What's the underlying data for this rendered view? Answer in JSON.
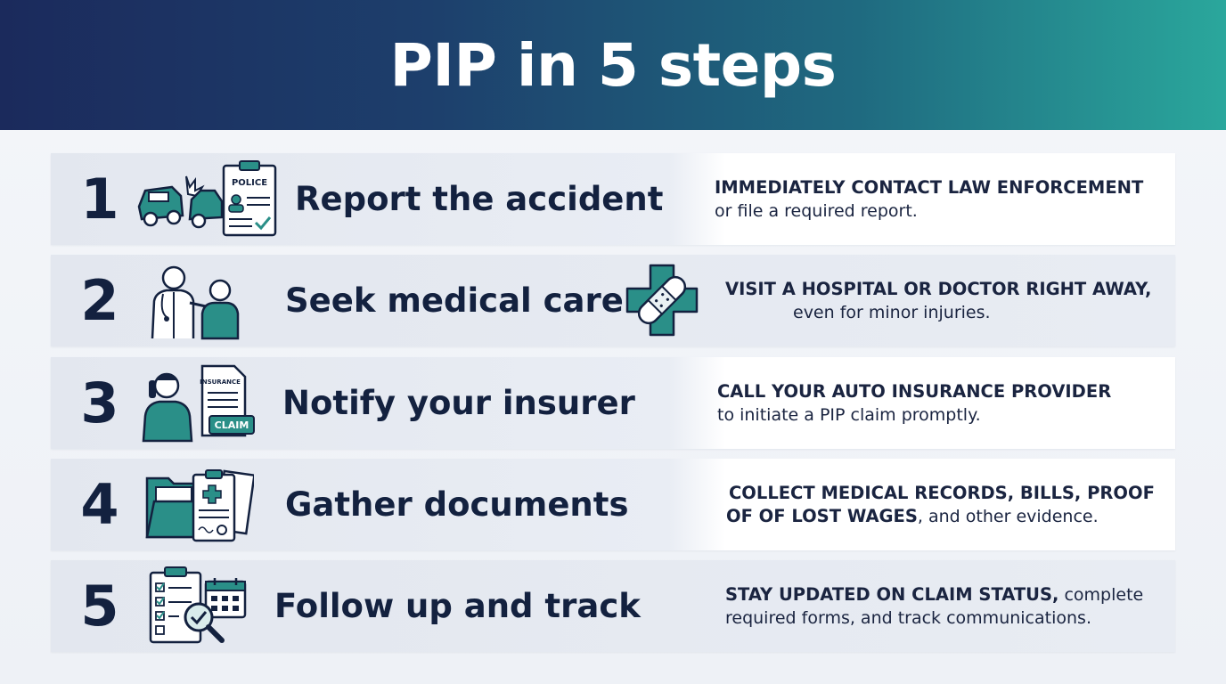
{
  "header": {
    "title": "PIP in 5 steps"
  },
  "steps": [
    {
      "number": "1",
      "title": "Report the accident",
      "desc_bold": "IMMEDIATELY CONTACT LAW ENFORCEMENT",
      "desc_rest": "or file a required report.",
      "icon": "car-crash-police-report-icon",
      "icon_text": "POLICE"
    },
    {
      "number": "2",
      "title": "Seek medical care",
      "desc_bold": "VISIT A HOSPITAL OR DOCTOR RIGHT AWAY,",
      "desc_rest": "even for minor injuries.",
      "icon": "doctor-patient-icon"
    },
    {
      "number": "3",
      "title": "Notify your insurer",
      "desc_bold": "CALL YOUR AUTO INSURANCE PROVIDER",
      "desc_rest": "to initiate a PIP claim promptly.",
      "icon": "phone-call-insurance-claim-icon",
      "icon_text": "INSURANCE",
      "icon_badge": "CLAIM"
    },
    {
      "number": "4",
      "title": "Gather documents",
      "desc_bold": "COLLECT MEDICAL RECORDS, BILLS, PROOF",
      "desc_bold2": "OF OF LOST WAGES",
      "desc_rest": ", and other evidence.",
      "icon": "folder-documents-icon"
    },
    {
      "number": "5",
      "title": "Follow up and track",
      "desc_bold": "STAY UPDATED ON CLAIM STATUS,",
      "desc_rest": " complete",
      "desc_line2": "required forms, and track communications.",
      "icon": "checklist-calendar-magnifier-icon"
    }
  ],
  "colors": {
    "navy": "#13213f",
    "teal": "#2a8f88",
    "header_left": "#1b2a5c",
    "header_right": "#2aa79c"
  }
}
